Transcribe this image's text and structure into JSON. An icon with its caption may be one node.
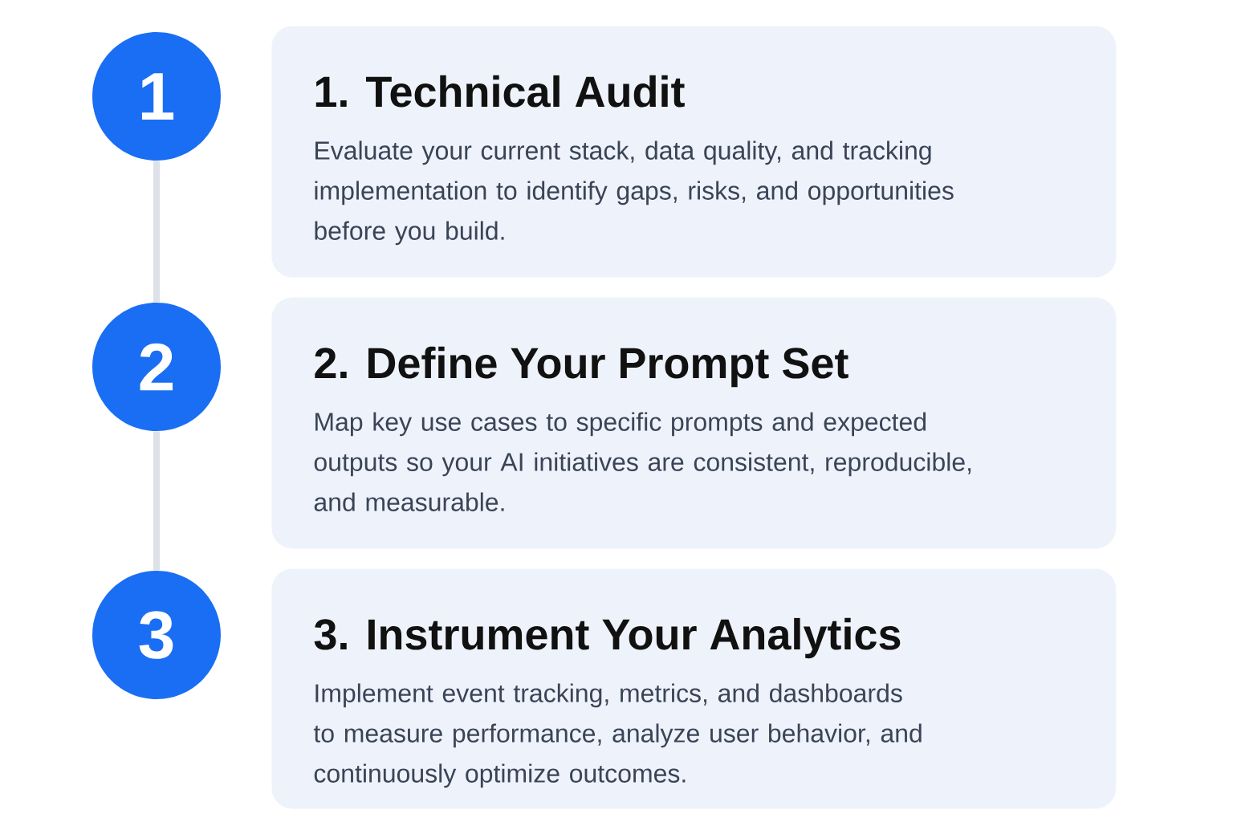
{
  "diagram": {
    "nodes": [
      {
        "text": [
          "1"
        ]
      },
      {
        "text": [
          "1. Technical Audit",
          "Evaluate your current stack, data quality, and tracking implementation to identify gaps, risks, and opportunities before you build."
        ]
      },
      {
        "text": [
          "2"
        ]
      },
      {
        "text": [
          "2. Define Your Prompt Set",
          "Map key use cases to specific prompts and expected outputs so your AI initiatives are consistent, reproducible, and measurable."
        ]
      },
      {
        "text": [
          "3"
        ]
      },
      {
        "text": [
          "3. Instrument Your Analytics",
          "Implement event tracking, metrics, and dashboards to measure performance, analyze user behavior, and continuously optimize outcomes."
        ]
      }
    ],
    "edges": [
      {
        "from": 0,
        "to": 2,
        "arrow": "none"
      },
      {
        "from": 2,
        "to": 4,
        "arrow": "none"
      }
    ]
  }
}
